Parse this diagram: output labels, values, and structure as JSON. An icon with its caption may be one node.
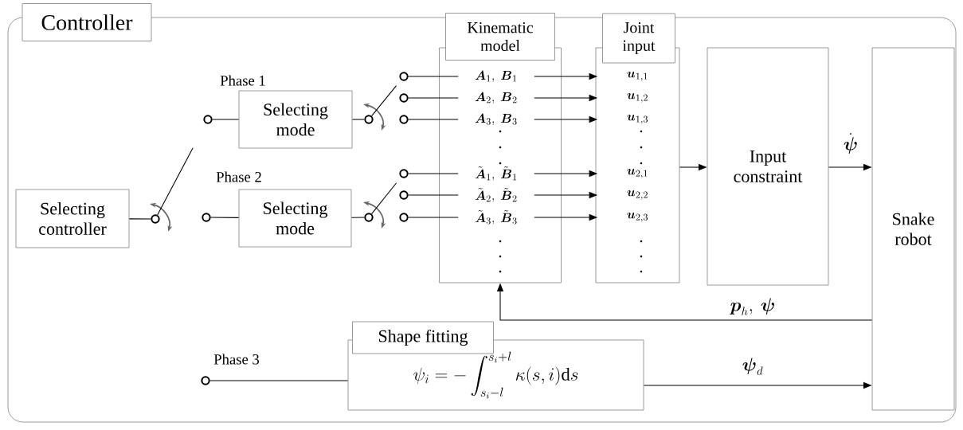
{
  "diagram": {
    "nodes": [
      {
        "text": [
          "Controller"
        ]
      },
      {
        "text": [
          "Kinematic model"
        ],
        "in": 0
      },
      {
        "text": [
          "\\boldsymbol{A}_1,\\ \\boldsymbol{B}_1"
        ],
        "in": 1
      },
      {
        "text": [
          "\\boldsymbol{A}_2,\\ \\boldsymbol{B}_2"
        ],
        "in": 1
      },
      {
        "text": [
          "\\boldsymbol{A}_3,\\ \\boldsymbol{B}_3"
        ],
        "in": 1
      },
      {
        "text": [
          "\\tilde{\\boldsymbol{A}}_1,\\ \\tilde{\\boldsymbol{B}}_1"
        ],
        "in": 1
      },
      {
        "text": [
          "\\tilde{\\boldsymbol{A}}_2,\\ \\tilde{\\boldsymbol{B}}_2"
        ],
        "in": 1
      },
      {
        "text": [
          "\\tilde{\\boldsymbol{A}}_3,\\ \\tilde{\\boldsymbol{B}}_3"
        ],
        "in": 1
      },
      {
        "text": [
          "Joint input"
        ],
        "in": 0
      },
      {
        "text": [
          "\\boldsymbol{u}_{1,1}"
        ],
        "in": 8
      },
      {
        "text": [
          "\\boldsymbol{u}_{1,2}"
        ],
        "in": 8
      },
      {
        "text": [
          "\\boldsymbol{u}_{1,3}"
        ],
        "in": 8
      },
      {
        "text": [
          "\\boldsymbol{u}_{2,1}"
        ],
        "in": 8
      },
      {
        "text": [
          "\\boldsymbol{u}_{2,2}"
        ],
        "in": 8
      },
      {
        "text": [
          "\\boldsymbol{u}_{2,3}"
        ],
        "in": 8
      },
      {
        "text": [
          "Input constraint"
        ],
        "in": 0
      },
      {
        "text": [
          "Snake robot"
        ],
        "in": 0
      },
      {
        "text": [
          "Selecting controller"
        ],
        "in": 0
      },
      {
        "text": [],
        "shape": "circle",
        "in": 0
      },
      {
        "text": [],
        "shape": "circle",
        "in": 0
      },
      {
        "text": [
          "Selecting mode"
        ],
        "in": 0
      },
      {
        "text": [],
        "shape": "circle",
        "in": 0
      },
      {
        "text": [],
        "shape": "circle",
        "in": 0
      },
      {
        "text": [],
        "shape": "circle",
        "in": 0
      },
      {
        "text": [],
        "shape": "circle",
        "in": 0
      },
      {
        "text": [],
        "shape": "circle",
        "in": 0
      },
      {
        "text": [
          "Selecting mode"
        ],
        "in": 0
      },
      {
        "text": [],
        "shape": "circle",
        "in": 0
      },
      {
        "text": [],
        "shape": "circle",
        "in": 0
      },
      {
        "text": [],
        "shape": "circle",
        "in": 0
      },
      {
        "text": [],
        "shape": "circle",
        "in": 0
      },
      {
        "text": [],
        "shape": "circle",
        "in": 0,
        "beside": [
          "Phase 3"
        ]
      },
      {
        "text": [
          "Shape fitting",
          "\\psi_i = -\\int_{s_i-l}^{s_i+l} \\kappa(s,i)\\mathrm{d}s"
        ],
        "in": 0
      }
    ],
    "edges": [
      {
        "from": 17,
        "to": 18,
        "arrow": "none"
      },
      {
        "from": 19,
        "to": 20,
        "arrow": "none"
      },
      {
        "from": 20,
        "to": 21,
        "arrow": "none"
      },
      {
        "from": 22,
        "to": 2,
        "arrow": "none"
      },
      {
        "from": 23,
        "to": 3,
        "arrow": "none"
      },
      {
        "from": 24,
        "to": 4,
        "arrow": "none"
      },
      {
        "from": 25,
        "to": 26,
        "arrow": "none"
      },
      {
        "from": 26,
        "to": 27,
        "arrow": "none"
      },
      {
        "from": 28,
        "to": 5,
        "arrow": "none"
      },
      {
        "from": 29,
        "to": 6,
        "arrow": "none"
      },
      {
        "from": 30,
        "to": 7,
        "arrow": "none"
      },
      {
        "from": 2,
        "to": 9,
        "arrow": "to"
      },
      {
        "from": 3,
        "to": 10,
        "arrow": "to"
      },
      {
        "from": 4,
        "to": 11,
        "arrow": "to"
      },
      {
        "from": 5,
        "to": 12,
        "arrow": "to"
      },
      {
        "from": 6,
        "to": 13,
        "arrow": "to"
      },
      {
        "from": 7,
        "to": 14,
        "arrow": "to"
      },
      {
        "from": 8,
        "to": 15,
        "arrow": "to"
      },
      {
        "from": 15,
        "to": 16,
        "arrow": "to",
        "label": "\\dot{\\boldsymbol{\\psi}}"
      },
      {
        "from": 16,
        "to": 1,
        "arrow": "to",
        "label": "\\boldsymbol{p}_h,\\ \\boldsymbol{\\psi}"
      },
      {
        "from": 31,
        "to": 32,
        "arrow": "none"
      },
      {
        "from": 32,
        "to": 16,
        "arrow": "to",
        "label": "\\boldsymbol{\\psi}_d"
      },
      {
        "from": 18,
        "to": 19,
        "arrow": "none"
      },
      {
        "from": 21,
        "to": 22,
        "arrow": "none"
      },
      {
        "from": 27,
        "to": 28,
        "arrow": "none"
      }
    ],
    "labels": [
      "Phase 1",
      "Phase 2"
    ]
  }
}
